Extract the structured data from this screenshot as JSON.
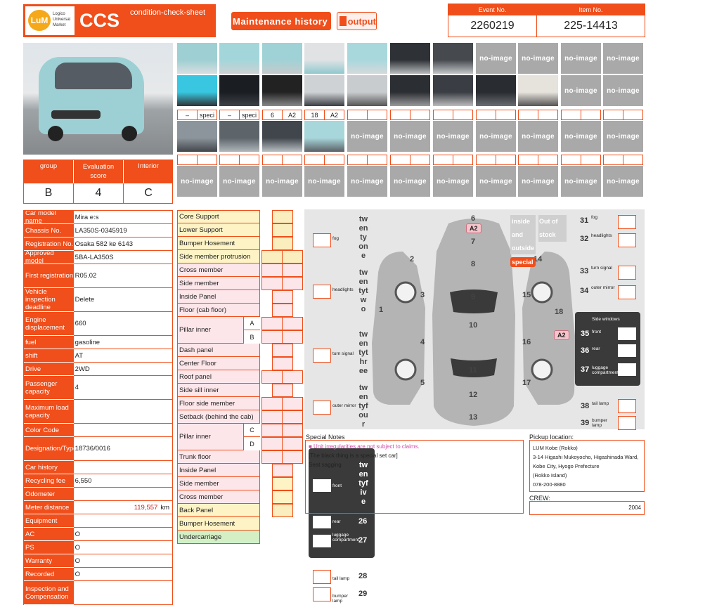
{
  "brand": {
    "logo_text": "Logico Universal Market",
    "ccs": "CCS",
    "subtitle": "condition-check-sheet"
  },
  "buttons": {
    "maintenance": "Maintenance history",
    "output": "output"
  },
  "event": {
    "label": "Event No.",
    "value": "2260219"
  },
  "item": {
    "label": "Item No.",
    "value": "225-14413"
  },
  "summary": {
    "group_label": "group",
    "score_label": "Evaluation score",
    "interior_label": "Interior",
    "group": "B",
    "score": "4",
    "interior": "C"
  },
  "no_image": "no-image",
  "photo_labels": [
    "–",
    "speci",
    "–",
    "speci",
    "6",
    "A2",
    "18",
    "A2"
  ],
  "specs": [
    {
      "label": "Car model name",
      "value": "Mira e:s"
    },
    {
      "label": "Chassis No.",
      "value": "LA350S-0345919"
    },
    {
      "label": "Registration No.",
      "value": "Osaka 582 ke 6143"
    },
    {
      "label": "Approved model",
      "value": "5BA-LA350S"
    },
    {
      "label": "First registration",
      "value": "R05.02"
    },
    {
      "label": "Vehicle inspection deadline",
      "value": "Delete"
    },
    {
      "label": "Engine displacement",
      "value": "660"
    },
    {
      "label": "fuel",
      "value": "gasoline"
    },
    {
      "label": "shift",
      "value": "AT"
    },
    {
      "label": "Drive",
      "value": "2WD"
    },
    {
      "label": "Passenger capacity",
      "value": "4"
    },
    {
      "label": "Maximum load capacity",
      "value": ""
    },
    {
      "label": "Color Code",
      "value": ""
    },
    {
      "label": "Designation/Type",
      "value": "18736/0016"
    },
    {
      "label": "Car history",
      "value": ""
    },
    {
      "label": "Recycling fee",
      "value": "6,550"
    },
    {
      "label": "Odometer",
      "value": ""
    },
    {
      "label": "Meter distance",
      "value": "119,557",
      "unit": "km"
    },
    {
      "label": "Equipment",
      "value": ""
    },
    {
      "label": "AC",
      "value": "O"
    },
    {
      "label": "PS",
      "value": "O"
    },
    {
      "label": "Warranty",
      "value": "O"
    },
    {
      "label": "Recorded",
      "value": "O"
    },
    {
      "label": "Inspection and Compensation",
      "value": ""
    }
  ],
  "parts": [
    {
      "label": "Core Support"
    },
    {
      "label": "Lower Support"
    },
    {
      "label": "Bumper Hosement"
    },
    {
      "label": "Side member protrusion"
    },
    {
      "label": "Cross member"
    },
    {
      "label": "Side member"
    },
    {
      "label": "Inside Panel"
    },
    {
      "label": "Floor (cab floor)"
    },
    {
      "label": "Pillar inner",
      "sub": [
        "A",
        "B"
      ]
    },
    {
      "label": "Dash panel"
    },
    {
      "label": "Center Floor"
    },
    {
      "label": "Roof panel"
    },
    {
      "label": "Side sill inner"
    },
    {
      "label": "Floor side member"
    },
    {
      "label": "Setback (behind the cab)"
    },
    {
      "label": "Pillar inner",
      "sub": [
        "C",
        "D"
      ]
    },
    {
      "label": "Trunk floor"
    },
    {
      "label": "Inside Panel"
    },
    {
      "label": "Side member"
    },
    {
      "label": "Cross member"
    },
    {
      "label": "Back Panel"
    },
    {
      "label": "Bumper Hosement"
    },
    {
      "label": "Undercarriage"
    }
  ],
  "diagram": {
    "fog": "fog",
    "headlights": "headlights",
    "turn_signal": "turn signal",
    "outer_mirror": "outer mirror",
    "twentyone": "twentyone",
    "twentytwo": "twentytwo",
    "twentythree": "twentythree",
    "twentyfour": "twentyfour",
    "twentyfive": "twentyfive",
    "inside_outside": "inside and outside",
    "out_of_stock": "Out of stock",
    "special": "special",
    "side_windows": "Side windows",
    "front": "front",
    "rear": "rear",
    "luggage": "luggage compartment",
    "tail_lamp": "tail lamp",
    "bumper_lamp": "bumper lamp",
    "marker_a2_top": "A2",
    "marker_a2_right": "A2",
    "n1": "1",
    "n2": "2",
    "n3": "3",
    "n4": "4",
    "n5": "5",
    "n6": "6",
    "n7": "7",
    "n8": "8",
    "n9": "9",
    "n10": "10",
    "n11": "11",
    "n12": "12",
    "n13": "13",
    "n14": "14",
    "n15": "15",
    "n16": "16",
    "n17": "17",
    "n18": "18",
    "n26": "26",
    "n27": "27",
    "n28": "28",
    "n29": "29",
    "n31": "31",
    "n32": "32",
    "n33": "33",
    "n34": "34",
    "n35": "35",
    "n36": "36",
    "n37": "37",
    "n38": "38",
    "n39": "39"
  },
  "notes": {
    "label": "Special Notes",
    "line1": "■ Unit irregularities are not subject to claims.",
    "line2": "[The black thing is a special set car]",
    "line3": "Seat sagging"
  },
  "pickup": {
    "label": "Pickup location:",
    "l1": "LUM Kobe (Rokko)",
    "l2": "3-14 Higashi Mukoyocho, Higashinada Ward, Kobe City, Hyogo Prefecture",
    "l3": "(Rokko Island)",
    "l4": "078-200-8880"
  },
  "crew": {
    "label": "CREW:",
    "value": "2004"
  },
  "colors": {
    "accent": "#f04e1a",
    "diagram_bg": "#e6e6e6",
    "car": "#b4b4b4"
  }
}
